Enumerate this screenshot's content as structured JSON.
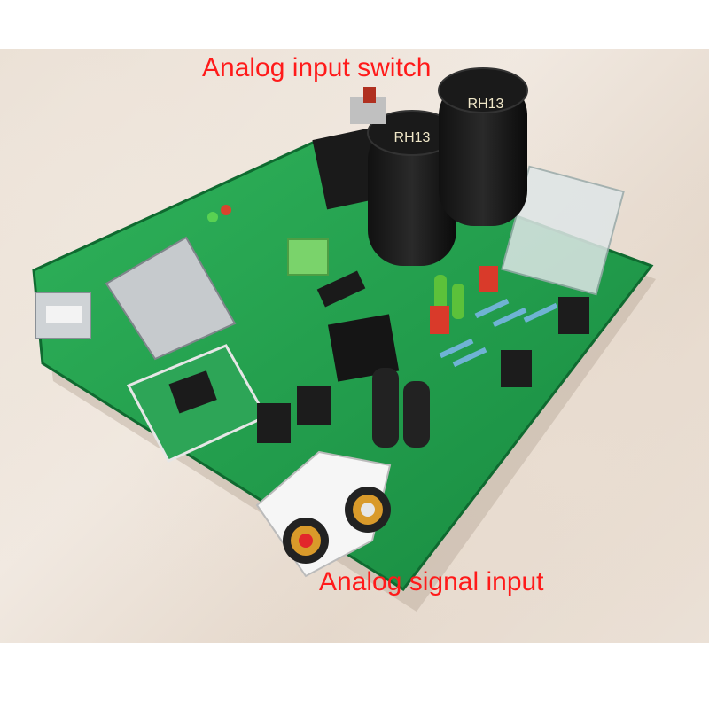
{
  "annotations": {
    "switch_label": "Analog input switch",
    "input_label": "Analog signal input"
  },
  "component_markings": {
    "capacitor_left": "RH13",
    "capacitor_right": "RH13"
  },
  "colors": {
    "annotation_text": "#ff1a1a",
    "pcb_green": "#1f9a4a",
    "background": "#e9dfd5"
  }
}
